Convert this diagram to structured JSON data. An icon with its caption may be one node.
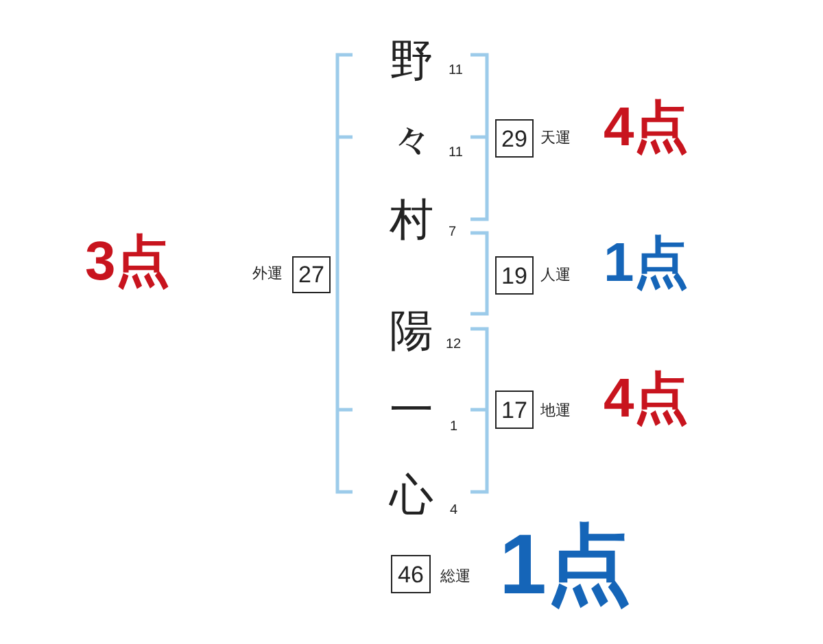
{
  "diagram": {
    "nodes": [
      {
        "text": [
          "27"
        ],
        "beside": [
          "外運",
          "3点"
        ]
      },
      {
        "text": [
          "29"
        ],
        "beside": [
          "天運",
          "4点"
        ]
      },
      {
        "text": [
          "19"
        ],
        "beside": [
          "人運",
          "1点"
        ]
      },
      {
        "text": [
          "17"
        ],
        "beside": [
          "地運",
          "4点"
        ]
      },
      {
        "text": [
          "46"
        ],
        "beside": [
          "総運",
          "1点"
        ]
      }
    ],
    "labels": [
      "野",
      "11",
      "々",
      "11",
      "村",
      "7",
      "陽",
      "12",
      "一",
      "1",
      "心",
      "4"
    ]
  }
}
